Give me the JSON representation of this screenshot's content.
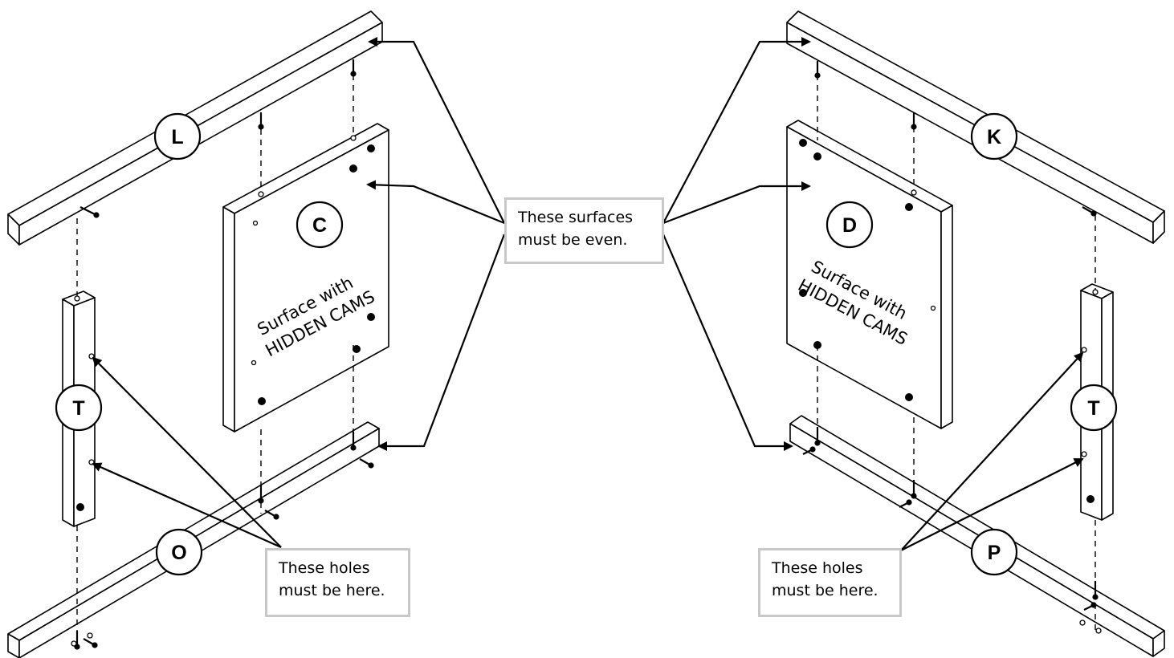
{
  "parts": {
    "L": "L",
    "C": "C",
    "T_left": "T",
    "O": "O",
    "K": "K",
    "D": "D",
    "T_right": "T",
    "P": "P"
  },
  "panel_left": {
    "line1": "Surface with",
    "line2": "HIDDEN CAMS"
  },
  "panel_right": {
    "line1": "Surface with",
    "line2": "HIDDEN CAMS"
  },
  "notes": {
    "surfaces": {
      "line1": "These surfaces",
      "line2": "must be even."
    },
    "holes_left": {
      "line1": "These holes",
      "line2": "must be here."
    },
    "holes_right": {
      "line1": "These holes",
      "line2": "must be here."
    }
  },
  "colors": {
    "line": "#000000",
    "note_border": "#c8c8c8"
  }
}
